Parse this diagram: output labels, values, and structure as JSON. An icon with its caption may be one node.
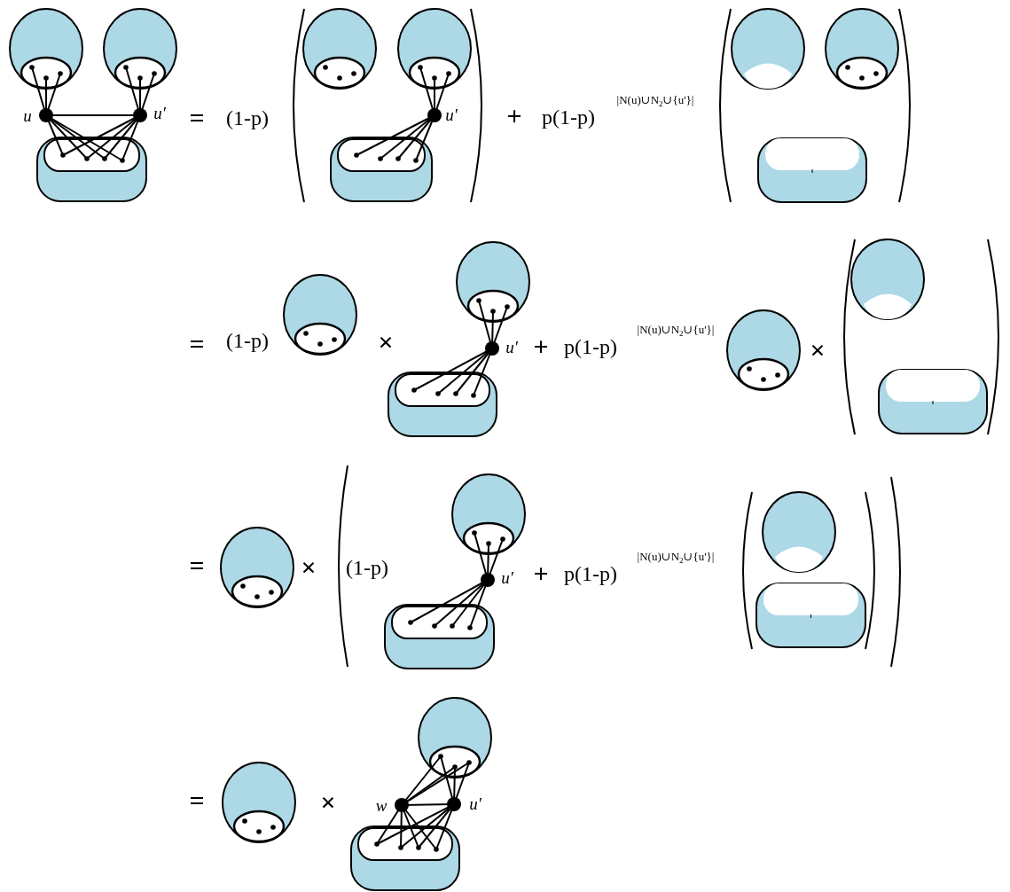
{
  "diagram": {
    "labels": [
      "u",
      "u′",
      "=",
      "(1-p)",
      "u′",
      "+",
      "p(1-p)",
      "|N(u)∪N$_{2}$∪{u'}|",
      "=",
      "(1-p)",
      "×",
      "u′",
      "+",
      "p(1-p)",
      "|N(u)∪N$_{2}$∪{u'}|",
      "×",
      "=",
      "×",
      "(1-p)",
      "u′",
      "+",
      "p(1-p)",
      "|N(u)∪N$_{2}$∪{u'}|",
      "=",
      "×",
      "w",
      "u′"
    ]
  }
}
